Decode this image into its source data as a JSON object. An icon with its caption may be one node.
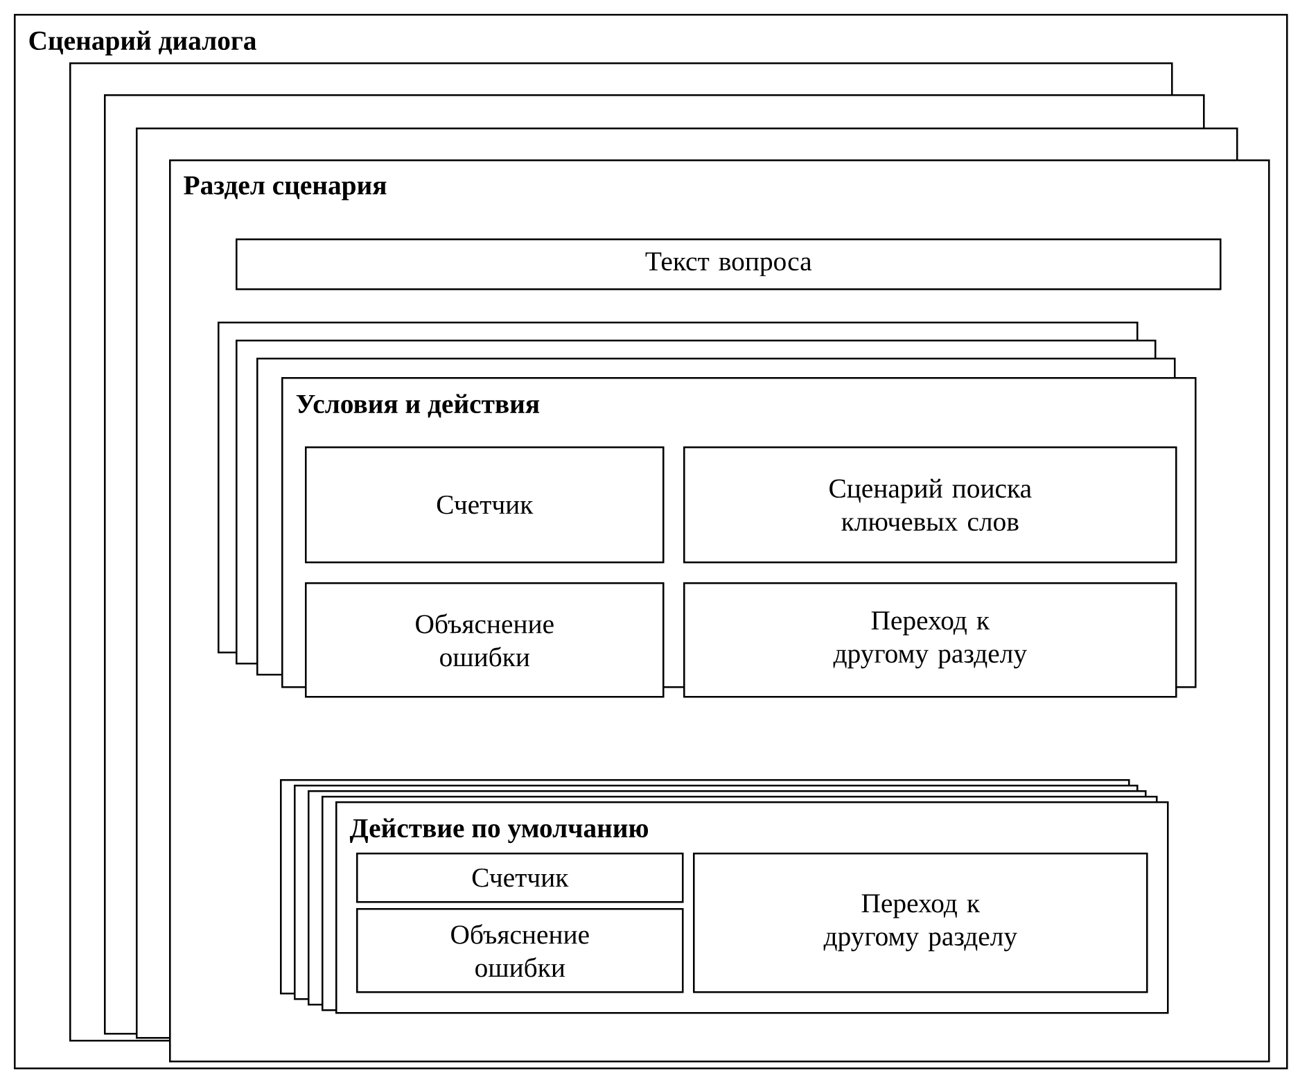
{
  "diagram": {
    "nodes": [
      {
        "text": [
          "Сценарий диалога"
        ]
      },
      {
        "text": [],
        "shape": "box",
        "in": 0
      },
      {
        "text": [],
        "shape": "box",
        "in": 0
      },
      {
        "text": [],
        "shape": "box",
        "in": 0
      },
      {
        "text": [
          "Раздел сценария"
        ],
        "in": 0
      },
      {
        "text": [
          "Текст вопроса"
        ],
        "in": 4
      },
      {
        "text": [],
        "shape": "box",
        "in": 4
      },
      {
        "text": [],
        "shape": "box",
        "in": 4
      },
      {
        "text": [],
        "shape": "box",
        "in": 4
      },
      {
        "text": [
          "Условия и действия"
        ],
        "in": 4
      },
      {
        "text": [
          "Счетчик"
        ],
        "in": 9
      },
      {
        "text": [
          "Сценарий поиска ключевых слов"
        ],
        "in": 9
      },
      {
        "text": [
          "Объяснение ошибки"
        ],
        "in": 9
      },
      {
        "text": [
          "Переход к другому разделу"
        ],
        "in": 9
      },
      {
        "text": [],
        "shape": "box",
        "in": 4
      },
      {
        "text": [],
        "shape": "box",
        "in": 4
      },
      {
        "text": [],
        "shape": "box",
        "in": 4
      },
      {
        "text": [],
        "shape": "box",
        "in": 4
      },
      {
        "text": [
          "Действие по умолчанию"
        ],
        "in": 4
      },
      {
        "text": [
          "Счетчик"
        ],
        "in": 18
      },
      {
        "text": [
          "Объяснение ошибки"
        ],
        "in": 18
      },
      {
        "text": [
          "Переход к другому разделу"
        ],
        "in": 18
      }
    ]
  }
}
